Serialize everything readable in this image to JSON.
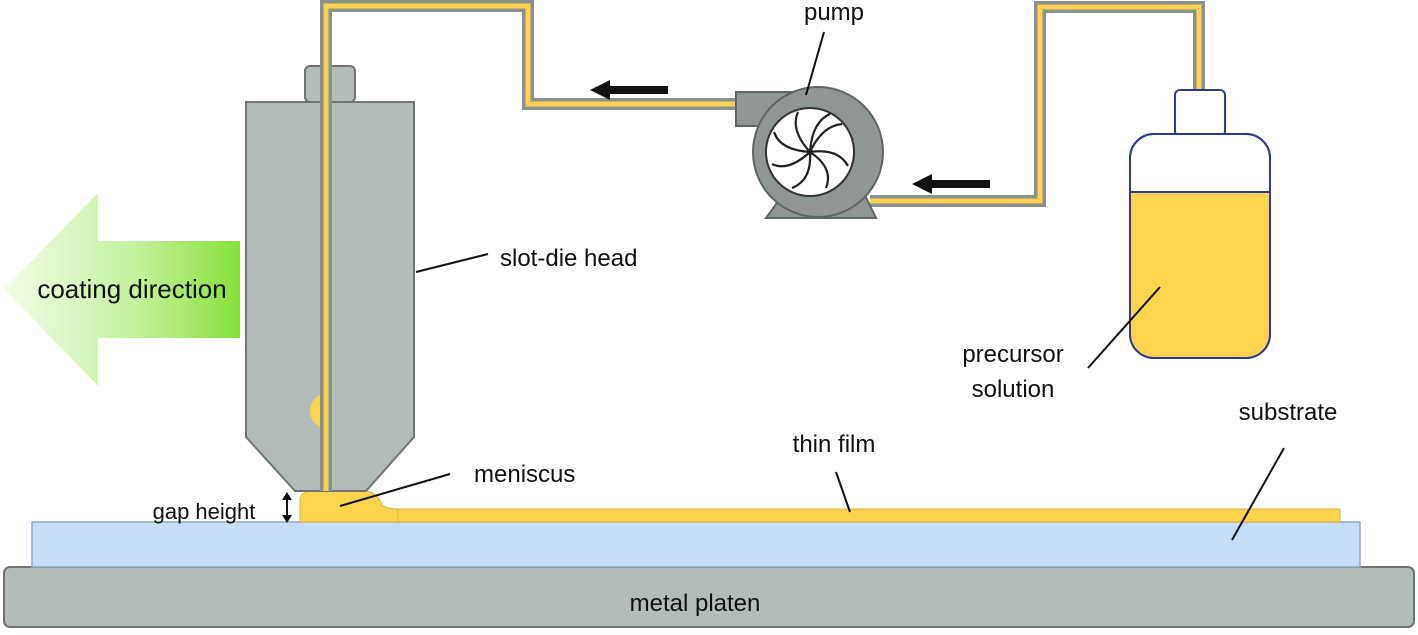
{
  "labels": {
    "pump": "pump",
    "slot_die_head": "slot-die head",
    "coating_direction": "coating direction",
    "precursor_solution_line1": "precursor",
    "precursor_solution_line2": "solution",
    "substrate": "substrate",
    "thin_film": "thin film",
    "meniscus": "meniscus",
    "gap_height": "gap height",
    "metal_platen": "metal platen"
  },
  "colors": {
    "die_gray": "#b4bcbb",
    "die_outline": "#6f7372",
    "pump_gray": "#8f9694",
    "solution_yellow": "#fdd44e",
    "substrate_blue": "#c7ddf8",
    "platen_gray": "#b3bcbb",
    "bottle_outline": "#2b3a9c",
    "arrow_green_light": "#f1fbe6",
    "arrow_green_dark": "#86e23a"
  },
  "icons": {
    "flow_arrows": "left-arrow",
    "pump_impeller": "impeller-icon"
  }
}
